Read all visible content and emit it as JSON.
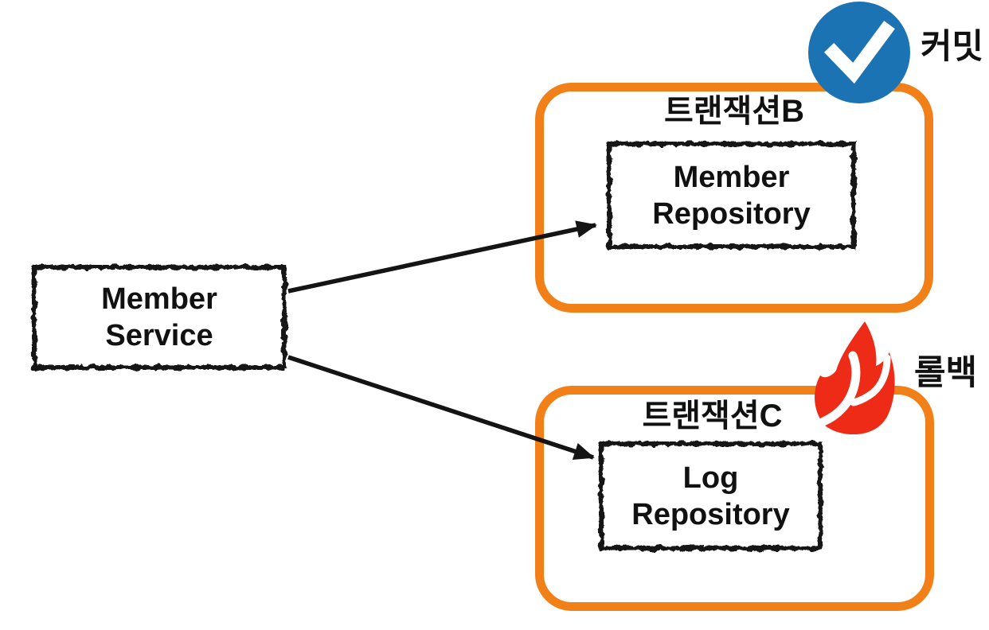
{
  "member_service": {
    "line1": "Member",
    "line2": "Service"
  },
  "transaction_b": {
    "title": "트랜잭션B",
    "repo_line1": "Member",
    "repo_line2": "Repository",
    "badge_label": "커밋",
    "badge_icon": "check-circle-icon"
  },
  "transaction_c": {
    "title": "트랜잭션C",
    "repo_line1": "Log",
    "repo_line2": "Repository",
    "badge_label": "롤백",
    "badge_icon": "fire-icon"
  },
  "colors": {
    "transaction_border_orange": "#F28019",
    "commit_badge_blue": "#1B73B4",
    "rollback_flame_red": "#EE2B16",
    "arrow_black": "#141414",
    "sketch_border_black": "#121212"
  }
}
